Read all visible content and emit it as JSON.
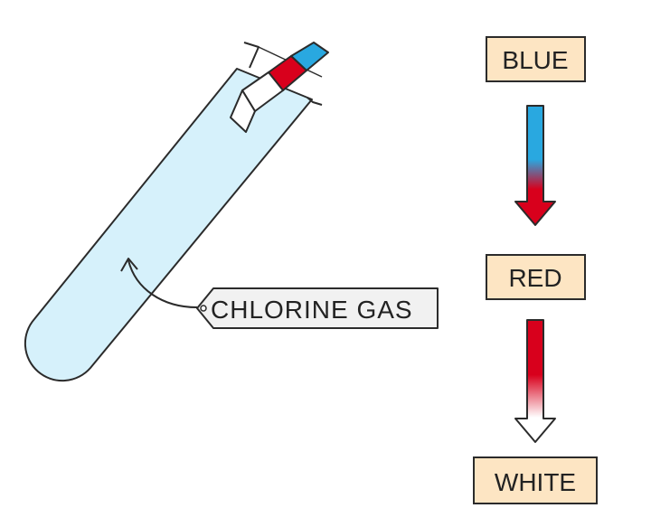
{
  "labels": {
    "gas_tag": "CHLORINE  GAS",
    "stage_1": "BLUE",
    "stage_2": "RED",
    "stage_3": "WHITE"
  },
  "colors": {
    "tube_fill": "#d6f1fb",
    "outline": "#2b2b2b",
    "box_fill": "#fde5c3",
    "blue": "#29a8e0",
    "red": "#d8001c",
    "white": "#ffffff",
    "tag_fill": "#f1f1f1"
  },
  "icons": {
    "tube": "test-tube-icon",
    "paper": "litmus-paper-icon",
    "arrow_down": "arrow-down-icon",
    "pointer": "curved-pointer-arrow-icon"
  }
}
